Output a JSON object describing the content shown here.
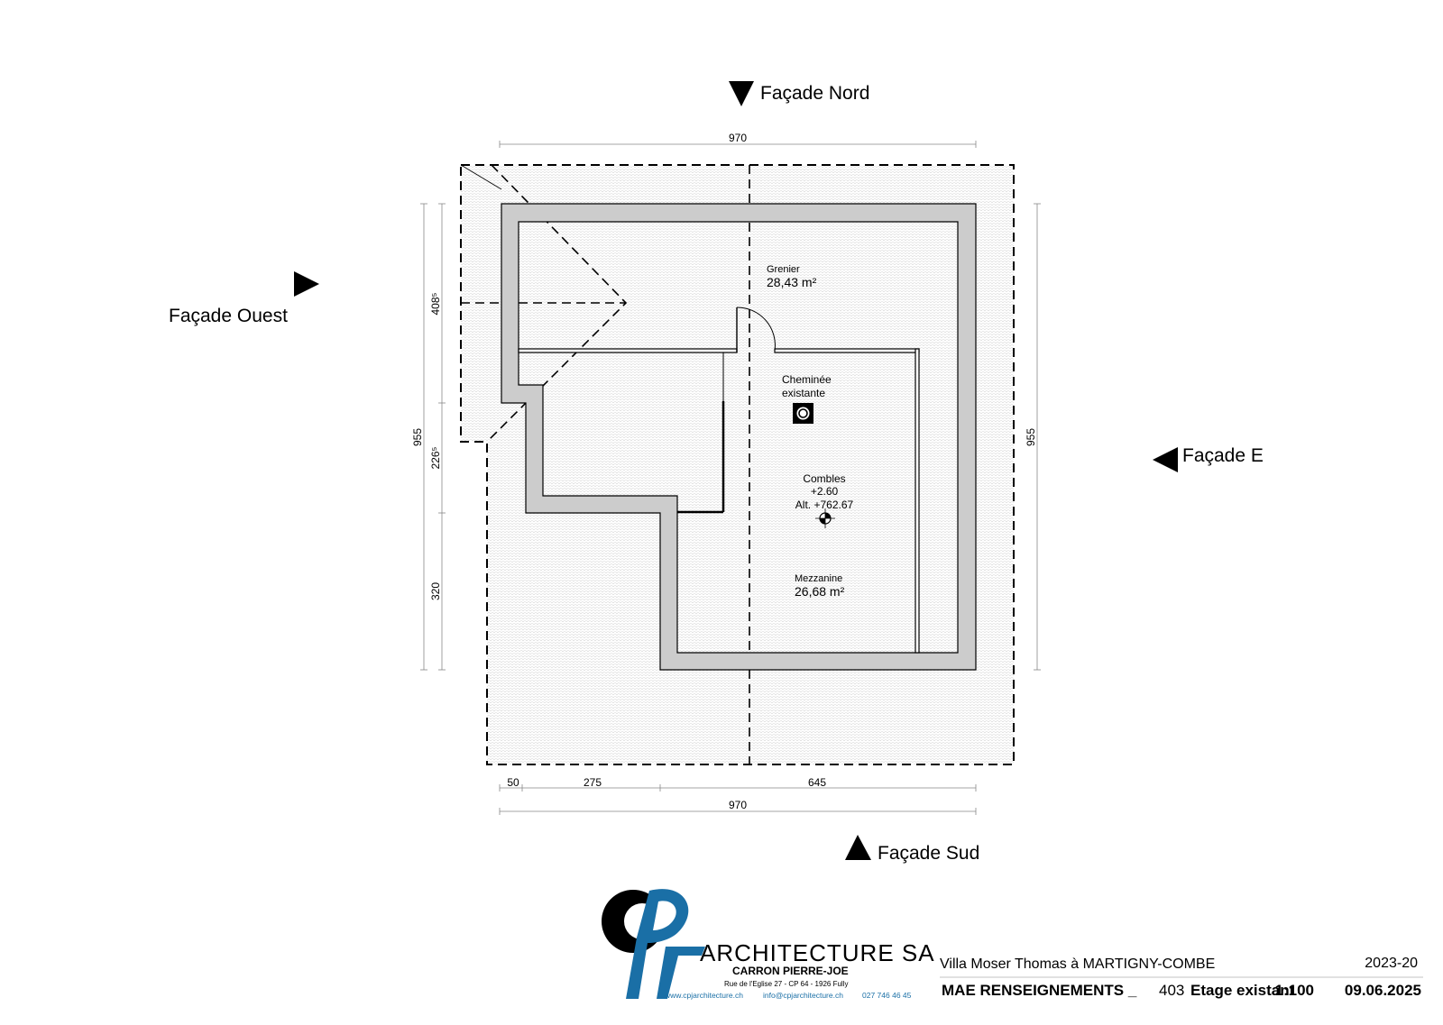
{
  "facades": {
    "north": "Façade Nord",
    "west": "Façade Ouest",
    "east": "Façade E",
    "south": "Façade Sud"
  },
  "dimensions": {
    "top_width": "970",
    "bottom_width": "970",
    "bottom_seg_1": "50",
    "bottom_seg_2": "275",
    "bottom_seg_3": "645",
    "left_total": "955",
    "right_total": "955",
    "left_seg_1": "408⁵",
    "left_seg_2": "226⁵",
    "left_seg_3": "320"
  },
  "rooms": {
    "grenier_name": "Grenier",
    "grenier_area": "28,43 m²",
    "chimney_line1": "Cheminée",
    "chimney_line2": "existante",
    "combles_name": "Combles",
    "combles_level": "+2.60",
    "combles_alt": "Alt. +762.67",
    "mezzanine_name": "Mezzanine",
    "mezzanine_area": "26,68 m²"
  },
  "logo": {
    "brand": "ARCHITECTURE SA",
    "owner": "CARRON PIERRE-JOE",
    "address": "Rue de l'Eglise 27 - CP 64 - 1926 Fully",
    "website": "www.cpjarchitecture.ch",
    "email": "info@cpjarchitecture.ch",
    "phone": "027 746 46 45"
  },
  "title_block": {
    "project": "Villa Moser Thomas  à MARTIGNY-COMBE",
    "project_number": "2023-20",
    "category": "MAE RENSEIGNEMENTS _",
    "plan_number": "403",
    "plan_name": "Etage existant",
    "scale": "1:100",
    "date": "09.06.2025"
  },
  "colors": {
    "wall_fill": "#cccccc",
    "logo_blue": "#1a6fa6",
    "logo_black": "#000000"
  }
}
